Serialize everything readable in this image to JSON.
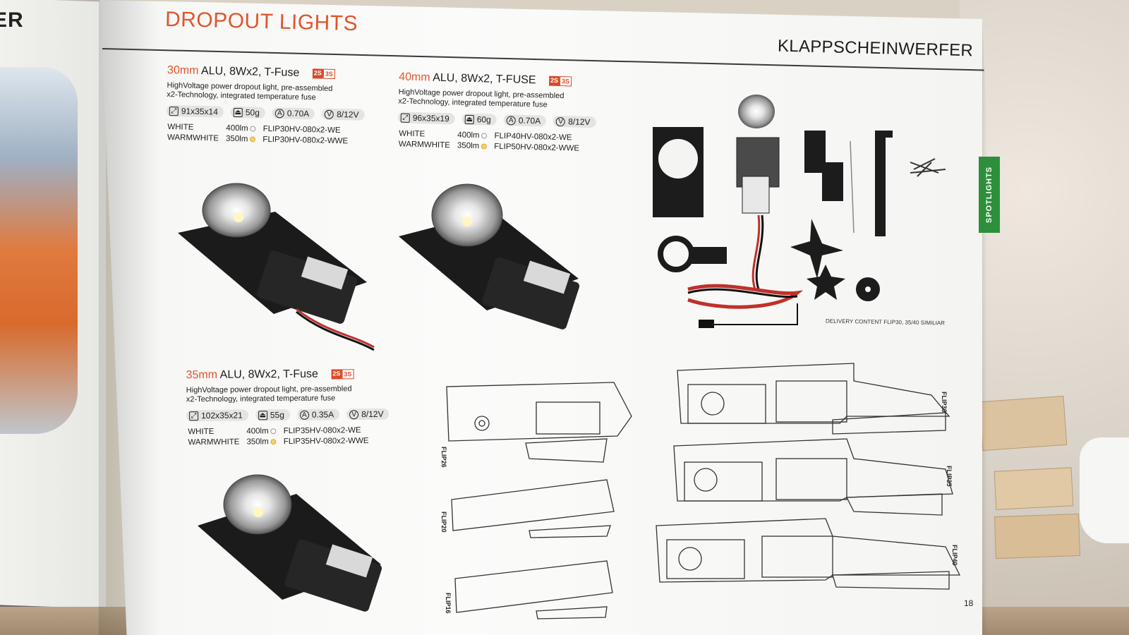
{
  "left_page": {
    "fragment": "ER"
  },
  "header": {
    "title": "DROPOUT LIGHTS",
    "subtitle": "KLAPPSCHEINWERFER"
  },
  "side_tab": "SPOTLIGHTS",
  "products": [
    {
      "size": "30mm",
      "name": "ALU, 8Wx2, T-Fuse",
      "badges": [
        "2S",
        "3S"
      ],
      "desc1": "HighVoltage power dropout light, pre-assembled",
      "desc2": "x2-Technology, integrated temperature fuse",
      "specs": [
        "91x35x14",
        "50g",
        "0.70A",
        "8/12V"
      ],
      "variants": [
        {
          "color": "WHITE",
          "lumen": "400lm",
          "code": "FLIP30HV-080x2-WE"
        },
        {
          "color": "WARMWHITE",
          "lumen": "350lm",
          "code": "FLIP30HV-080x2-WWE"
        }
      ]
    },
    {
      "size": "40mm",
      "name": "ALU, 8Wx2, T-FUSE",
      "badges": [
        "2S",
        "3S"
      ],
      "desc1": "HighVoltage power dropout light, pre-assembled",
      "desc2": "x2-Technology, integrated temperature fuse",
      "specs": [
        "96x35x19",
        "60g",
        "0.70A",
        "8/12V"
      ],
      "variants": [
        {
          "color": "WHITE",
          "lumen": "400lm",
          "code": "FLIP40HV-080x2-WE"
        },
        {
          "color": "WARMWHITE",
          "lumen": "350lm",
          "code": "FLIP50HV-080x2-WWE"
        }
      ]
    },
    {
      "size": "35mm",
      "name": "ALU, 8Wx2, T-Fuse",
      "badges": [
        "2S",
        "3S"
      ],
      "desc1": "HighVoltage power dropout light, pre-assembled",
      "desc2": "x2-Technology, integrated temperature fuse",
      "specs": [
        "102x35x21",
        "55g",
        "0.35A",
        "8/12V"
      ],
      "variants": [
        {
          "color": "WHITE",
          "lumen": "400lm",
          "code": "FLIP35HV-080x2-WE"
        },
        {
          "color": "WARMWHITE",
          "lumen": "350lm",
          "code": "FLIP35HV-080x2-WWE"
        }
      ]
    }
  ],
  "delivery_note": "DELIVERY CONTENT FLIP30, 35/40 SIMILIAR",
  "drawing_labels": [
    "FLIP26",
    "FLIP20",
    "FLIP16",
    "FLIP30",
    "FLIP35",
    "FLIP40"
  ],
  "page_number": "18",
  "colors": {
    "accent": "#e0552d",
    "tab_green": "#2e8f3a"
  }
}
